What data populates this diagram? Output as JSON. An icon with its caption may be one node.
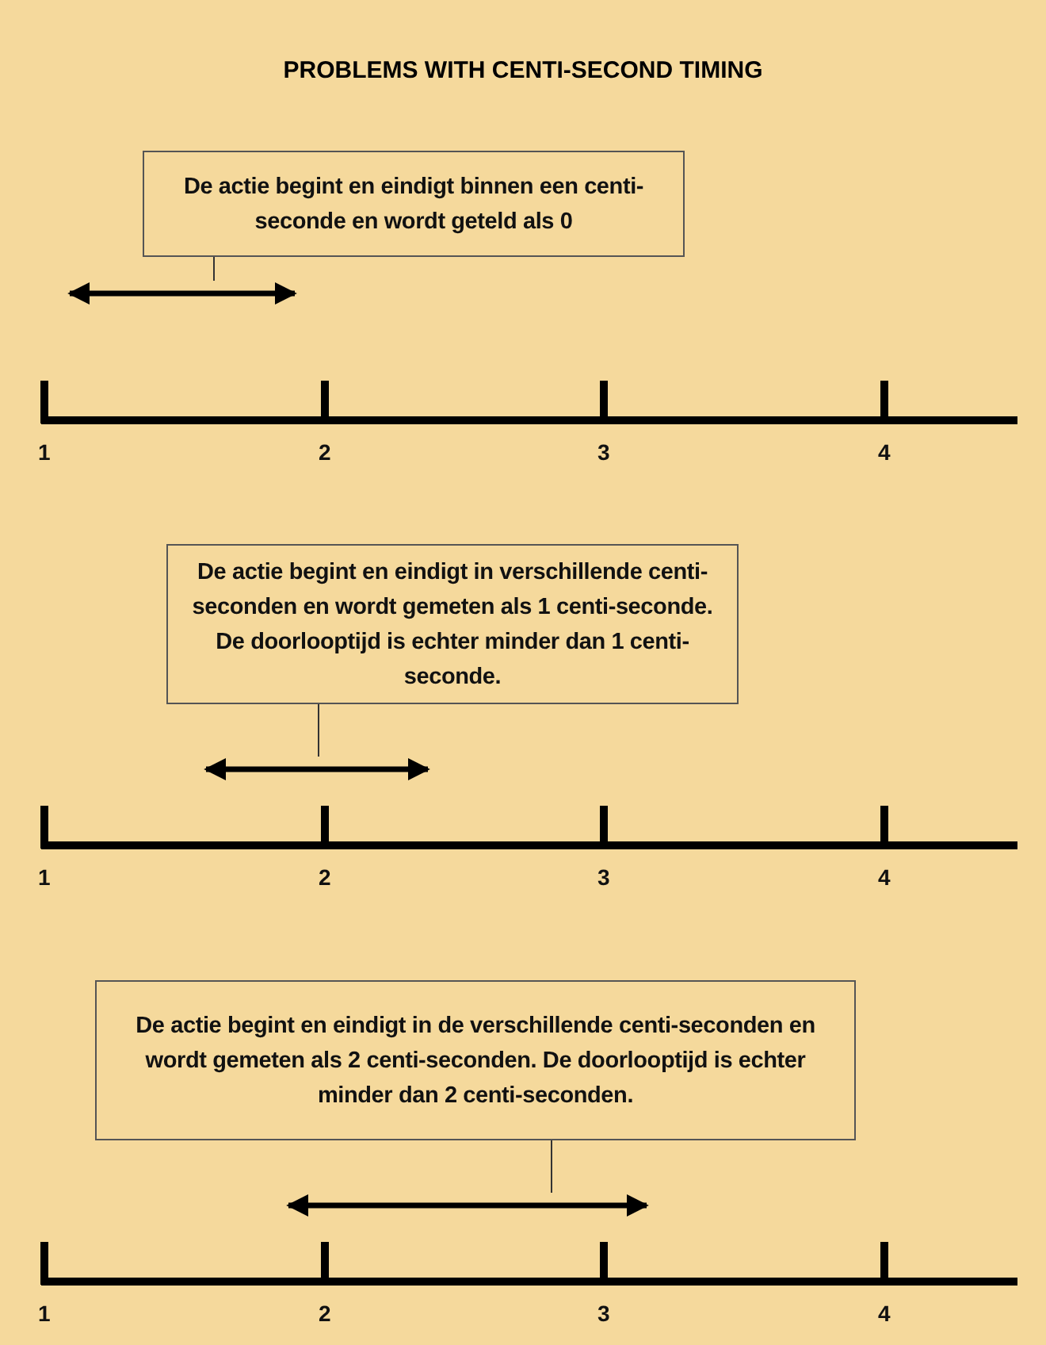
{
  "diagram": {
    "title": "PROBLEMS WITH CENTI-SECOND TIMING",
    "nodes": [
      {
        "text": [
          "De actie begint en eindigt binnen een centi-seconde en wordt geteld als 0"
        ]
      },
      {
        "text": [],
        "shape": "arrow"
      },
      {
        "text": [
          "De actie begint en eindigt in verschillende centi-seconden en wordt gemeten als 1 centi-seconde. De doorlooptijd is echter minder dan 1 centi-seconde."
        ]
      },
      {
        "text": [],
        "shape": "arrow"
      },
      {
        "text": [
          "De actie begint en eindigt in de verschillende centi-seconden en wordt gemeten als 2 centi-seconden. De doorlooptijd is echter minder dan 2 centi-seconden."
        ]
      },
      {
        "text": [],
        "shape": "arrow"
      }
    ],
    "edges": [
      {
        "from": 0,
        "to": 1,
        "arrow": "none"
      },
      {
        "from": 2,
        "to": 3,
        "arrow": "none"
      },
      {
        "from": 4,
        "to": 5,
        "arrow": "none"
      }
    ],
    "labels": [
      "1",
      "2",
      "3",
      "4",
      "1",
      "2",
      "3",
      "4",
      "1",
      "2",
      "3",
      "4"
    ]
  }
}
